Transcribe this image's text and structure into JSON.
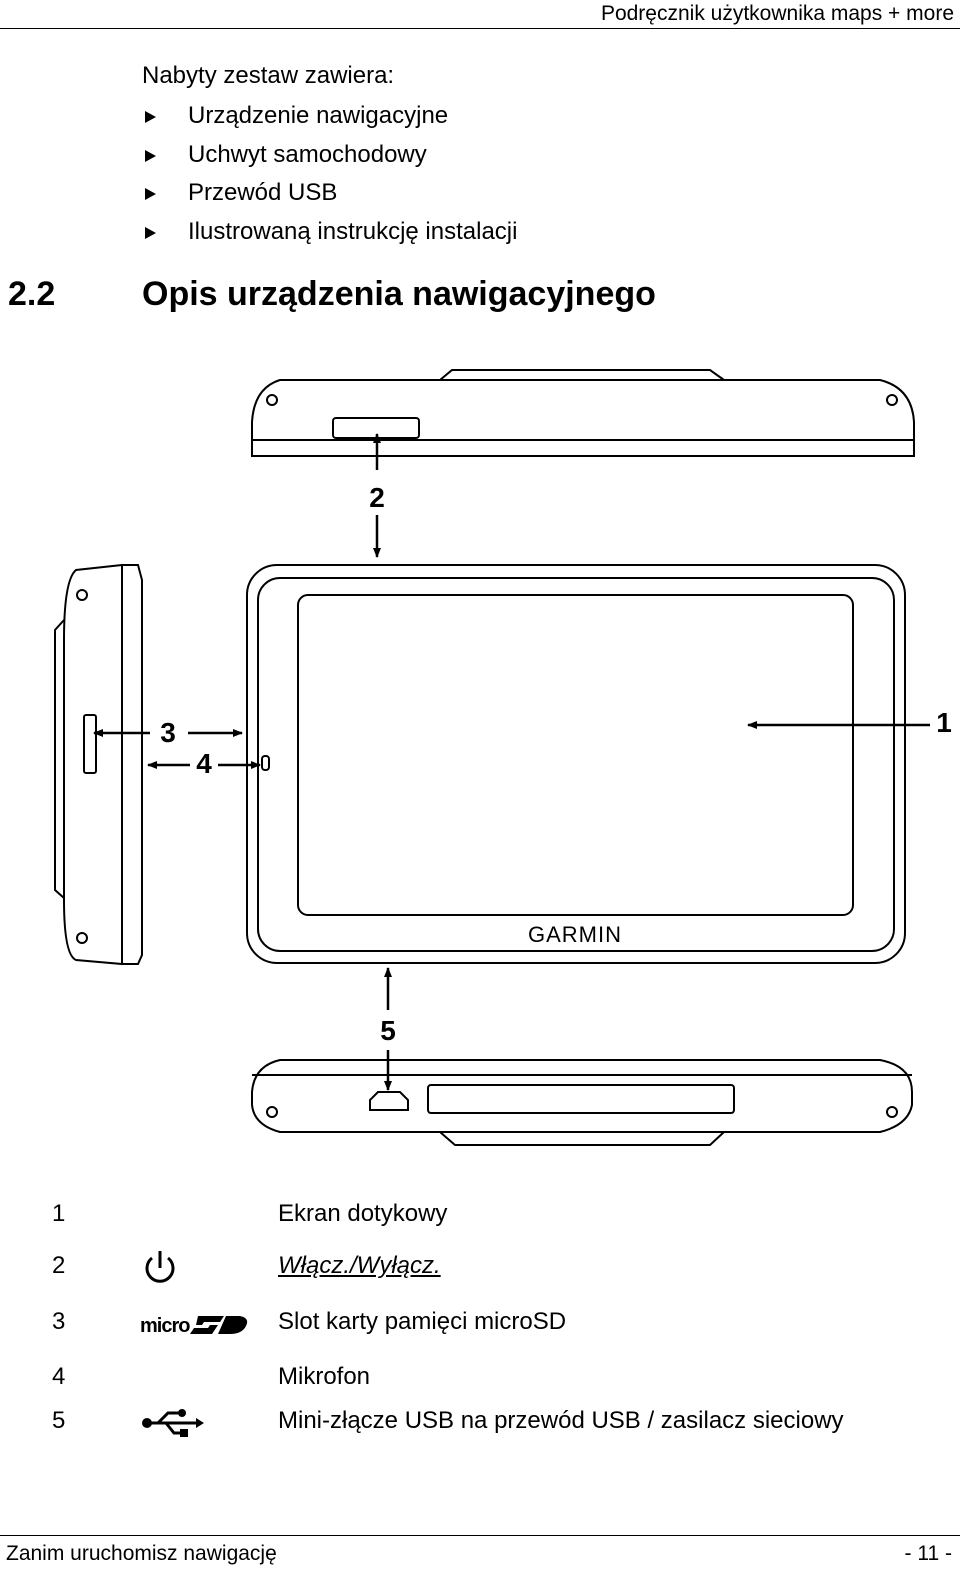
{
  "header": {
    "title": "Podręcznik użytkownika maps + more"
  },
  "kit": {
    "intro": "Nabyty zestaw zawiera:",
    "items": [
      "Urządzenie nawigacyjne",
      "Uchwyt samochodowy",
      "Przewód USB",
      "Ilustrowaną instrukcję instalacji"
    ]
  },
  "section": {
    "number": "2.2",
    "title": "Opis urządzenia nawigacyjnego"
  },
  "diagram": {
    "callouts": [
      "1",
      "2",
      "3",
      "4",
      "5"
    ],
    "brand": "GARMIN"
  },
  "legend": [
    {
      "num": "1",
      "icon": "",
      "label": "Ekran dotykowy"
    },
    {
      "num": "2",
      "icon": "power-icon",
      "label": "Włącz./Wyłącz."
    },
    {
      "num": "3",
      "icon": "microsd-logo",
      "icon_text": "micro",
      "label": "Slot karty pamięci microSD"
    },
    {
      "num": "4",
      "icon": "",
      "label": "Mikrofon"
    },
    {
      "num": "5",
      "icon": "usb-icon",
      "label": "Mini-złącze USB na przewód USB / zasilacz sieciowy"
    }
  ],
  "footer": {
    "left": "Zanim uruchomisz nawigację",
    "right": "- 11 -"
  }
}
